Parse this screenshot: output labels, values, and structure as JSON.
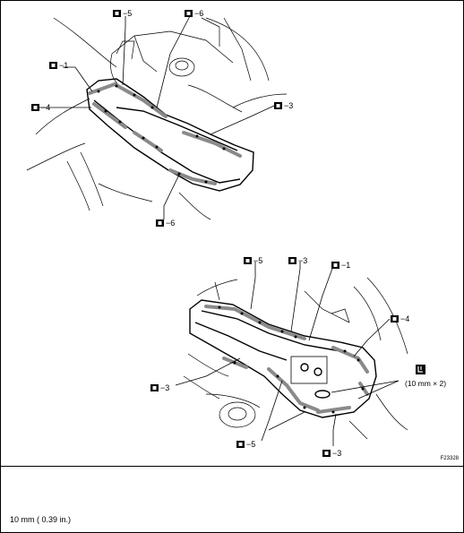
{
  "upper_view": {
    "callouts": [
      {
        "label": "−5"
      },
      {
        "label": "−6"
      },
      {
        "label": "−1"
      },
      {
        "label": "−4"
      },
      {
        "label": "−3"
      },
      {
        "label": "−6"
      }
    ]
  },
  "lower_view": {
    "callouts": [
      {
        "label": "−5"
      },
      {
        "label": "−3"
      },
      {
        "label": "−1"
      },
      {
        "label": "−4"
      },
      {
        "label": "−3"
      },
      {
        "label": "−5"
      },
      {
        "label": "−3"
      }
    ],
    "torque_label": "(10 mm × 2)",
    "torque_icon": "depth-gauge-icon"
  },
  "figure_id": "F23328",
  "caption": "10 mm ( 0.39 in.)"
}
